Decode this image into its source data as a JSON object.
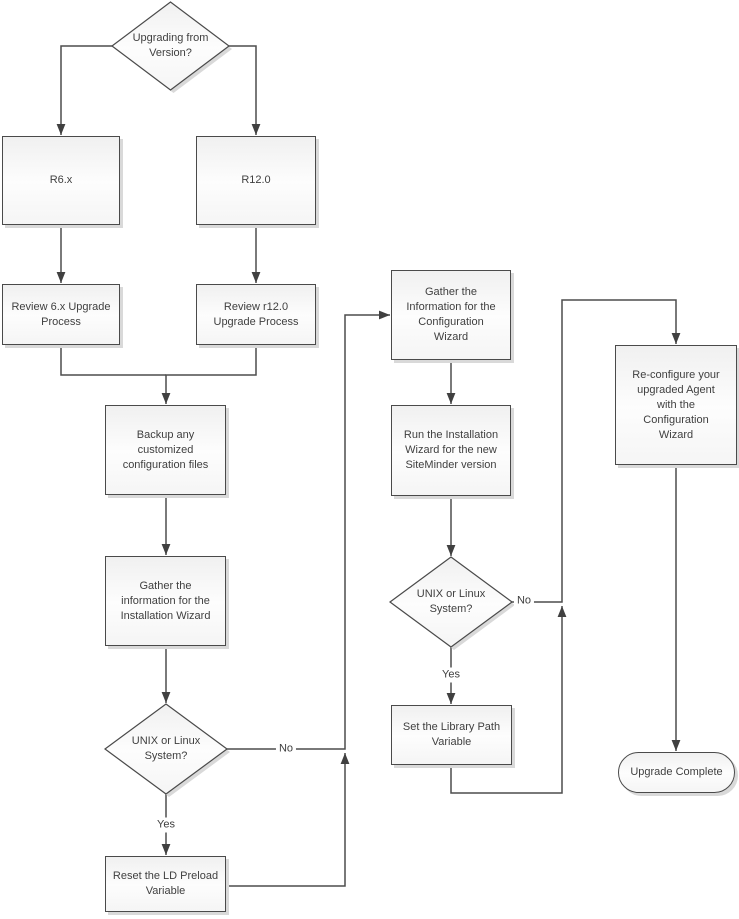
{
  "diagram": {
    "nodes": {
      "upgrading_from_version": {
        "label": "Upgrading from Version?",
        "shape": "decision"
      },
      "r6x": {
        "label": "R6.x",
        "shape": "process"
      },
      "r12": {
        "label": "R12.0",
        "shape": "process"
      },
      "review_6x": {
        "label": "Review 6.x Upgrade Process",
        "shape": "process"
      },
      "review_r12": {
        "label": "Review r12.0 Upgrade Process",
        "shape": "process"
      },
      "backup_files": {
        "label": "Backup any customized configuration files",
        "shape": "process"
      },
      "gather_install_info": {
        "label": "Gather the information for the Installation Wizard",
        "shape": "process"
      },
      "unix_or_linux_1": {
        "label": "UNIX or Linux System?",
        "shape": "decision"
      },
      "reset_ld_preload": {
        "label": "Reset the LD Preload Variable",
        "shape": "process"
      },
      "gather_config_info": {
        "label": "Gather the Information for the Configuration Wizard",
        "shape": "process"
      },
      "run_install_wizard": {
        "label": "Run the Installation Wizard for the new SiteMinder version",
        "shape": "process"
      },
      "unix_or_linux_2": {
        "label": "UNIX or Linux System?",
        "shape": "decision"
      },
      "set_library_path": {
        "label": "Set the Library Path Variable",
        "shape": "process"
      },
      "reconfigure_agent": {
        "label": "Re-configure your upgraded Agent with the Configuration Wizard",
        "shape": "process"
      },
      "upgrade_complete": {
        "label": "Upgrade Complete",
        "shape": "terminator"
      }
    },
    "edge_labels": {
      "decision1_yes": "Yes",
      "decision1_no": "No",
      "decision2_yes": "Yes",
      "decision2_no": "No"
    },
    "colors": {
      "connector": "#4d4d4d",
      "node_border": "#4a4a4a",
      "node_fill_top": "#f0f0f0",
      "node_fill_mid": "#fdfdfd",
      "node_fill_bottom": "#f5f5f5",
      "text": "#3f3f3f",
      "shadow": "#d9d9d9",
      "background": "#ffffff"
    }
  }
}
